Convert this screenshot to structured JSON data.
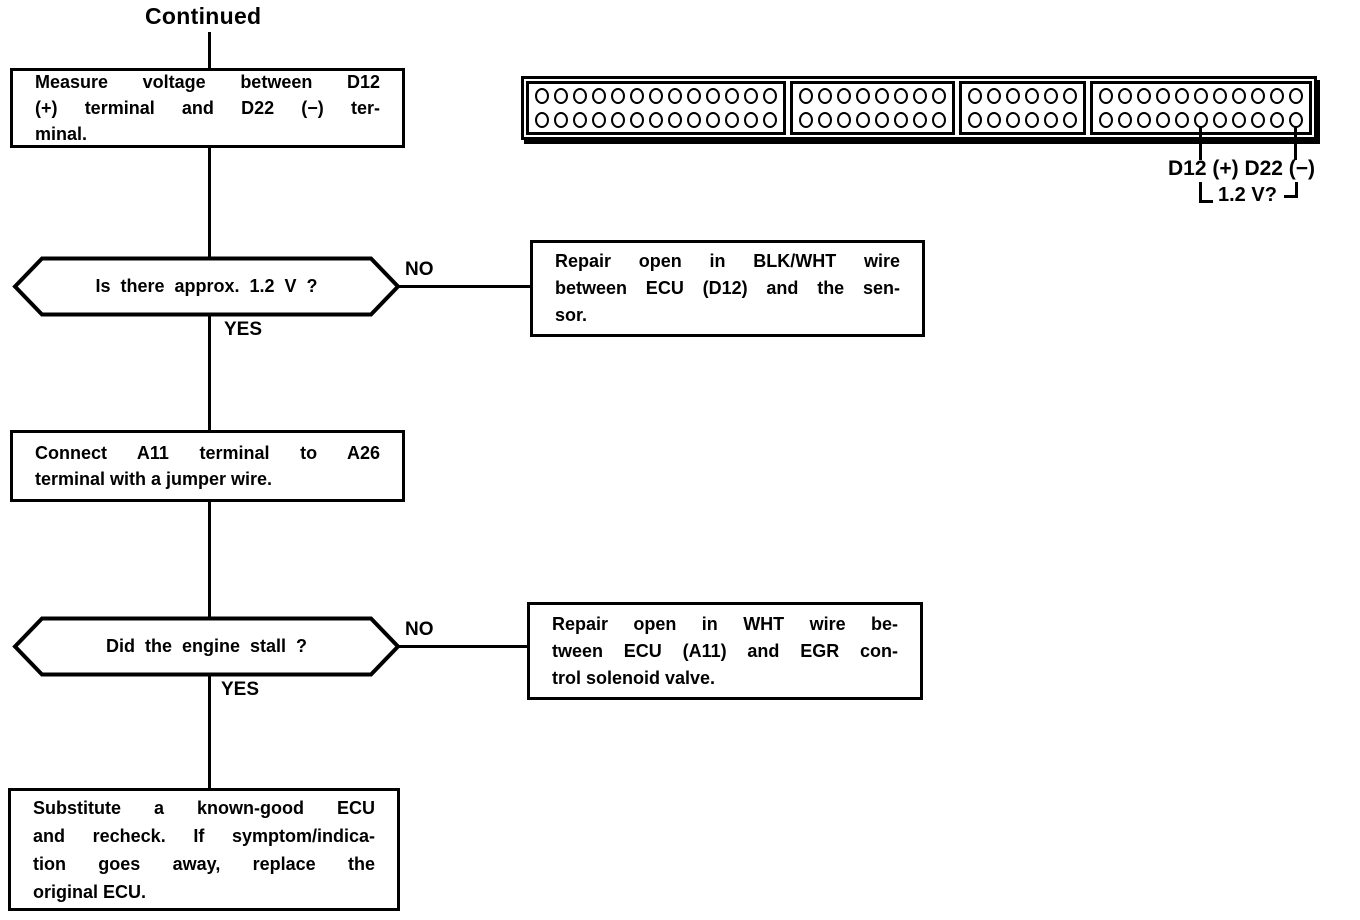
{
  "page": {
    "title": "Continued"
  },
  "flowchart": {
    "step1": {
      "lines": [
        "Measure voltage between D12",
        "(+) terminal and D22 (−) ter-",
        "minal."
      ]
    },
    "decision1": {
      "label": "Is there approx. 1.2 V ?",
      "no_label": "NO",
      "yes_label": "YES"
    },
    "repair1": {
      "lines": [
        "Repair open in BLK/WHT wire",
        "between ECU (D12) and the sen-",
        "sor."
      ]
    },
    "step2": {
      "lines": [
        "Connect A11 terminal to A26",
        "terminal with a jumper wire."
      ]
    },
    "decision2": {
      "label": "Did the engine stall ?",
      "no_label": "NO",
      "yes_label": "YES"
    },
    "repair2": {
      "lines": [
        "Repair open in WHT wire be-",
        "tween ECU (A11) and EGR con-",
        "trol solenoid valve."
      ]
    },
    "final": {
      "lines": [
        "Substitute a known-good ECU",
        "and recheck. If symptom/indica-",
        "tion goes away, replace the",
        "original ECU."
      ]
    }
  },
  "connector": {
    "sections": [
      {
        "cols": 13,
        "rows": 2
      },
      {
        "cols": 8,
        "rows": 2
      },
      {
        "cols": 6,
        "rows": 2
      },
      {
        "cols": 11,
        "rows": 2
      }
    ],
    "terminal_label": "D12 (+) D22 (−)",
    "measurement_label": "1.2 V?"
  },
  "colors": {
    "ink": "#000000",
    "paper": "#ffffff"
  }
}
